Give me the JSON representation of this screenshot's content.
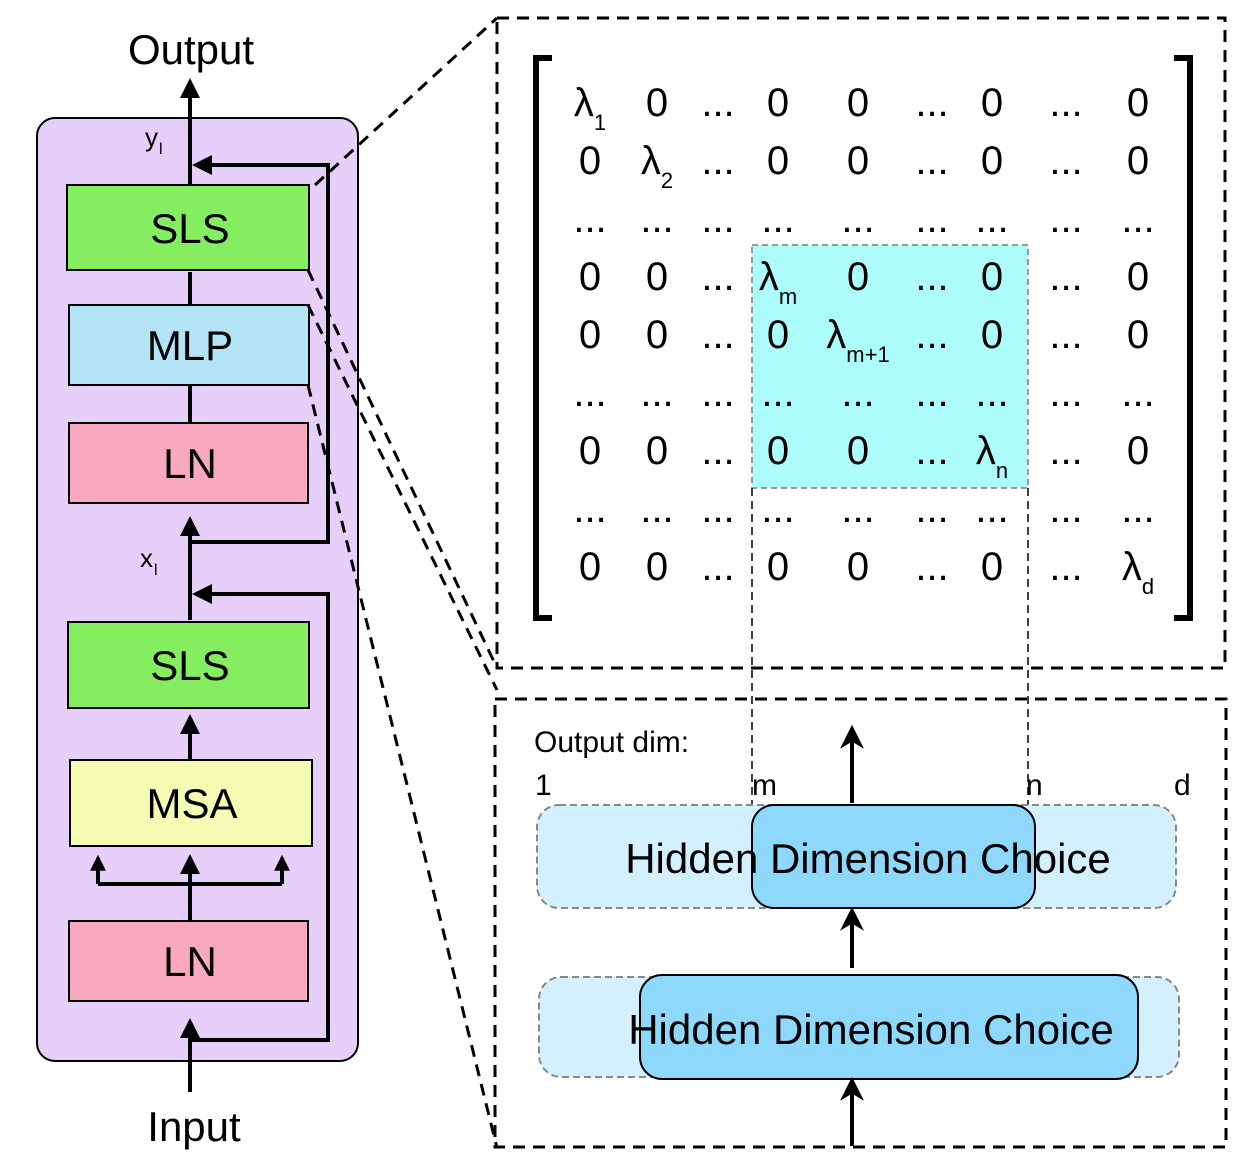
{
  "labels": {
    "output": "Output",
    "input": "Input",
    "y_main": "y",
    "y_sub": "l",
    "x_main": "x",
    "x_sub": "l"
  },
  "blocks": {
    "sls_top": "SLS",
    "mlp": "MLP",
    "ln_top": "LN",
    "sls_bottom": "SLS",
    "msa": "MSA",
    "ln_bottom": "LN"
  },
  "matrix": {
    "rows": [
      [
        "λ|1",
        "0",
        "...",
        "0",
        "0",
        "...",
        "0",
        "...",
        "0"
      ],
      [
        "0",
        "λ|2",
        "...",
        "0",
        "0",
        "...",
        "0",
        "...",
        "0"
      ],
      [
        "...",
        "...",
        "...",
        "...",
        "...",
        "...",
        "...",
        "...",
        "..."
      ],
      [
        "0",
        "0",
        "...",
        "λ|m",
        "0",
        "...",
        "0",
        "...",
        "0"
      ],
      [
        "0",
        "0",
        "...",
        "0",
        "λ|m+1",
        "...",
        "0",
        "...",
        "0"
      ],
      [
        "...",
        "...",
        "...",
        "...",
        "...",
        "...",
        "...",
        "...",
        "..."
      ],
      [
        "0",
        "0",
        "...",
        "0",
        "0",
        "...",
        "λ|n",
        "...",
        "0"
      ],
      [
        "...",
        "...",
        "...",
        "...",
        "...",
        "...",
        "...",
        "...",
        "..."
      ],
      [
        "0",
        "0",
        "...",
        "0",
        "0",
        "...",
        "0",
        "...",
        "λ|d"
      ]
    ]
  },
  "hidden": {
    "output_dim_label": "Output dim:",
    "dim_1": "1",
    "dim_m": "m",
    "dim_n": "n",
    "dim_d": "d",
    "choice_top": "Hidden Dimension Choice",
    "choice_bottom": "Hidden Dimension Choice"
  },
  "colors": {
    "block_bg": "#E6D0FA",
    "sls": "#85EE60",
    "mlp": "#B3E4F5",
    "ln": "#F8A9BF",
    "msa": "#F4FBB2",
    "highlight": "#ADFCFC",
    "choice_outer": "#D2F0FD",
    "choice_inner": "#8ED9FB"
  }
}
